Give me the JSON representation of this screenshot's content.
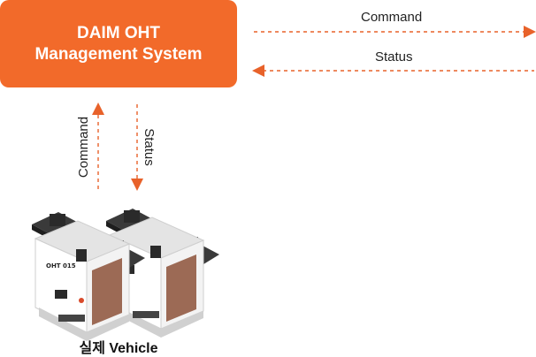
{
  "system": {
    "line1": "DAIM OHT",
    "line2": "Management System"
  },
  "flows": {
    "horizontal_command": "Command",
    "horizontal_status": "Status",
    "vertical_command": "Command",
    "vertical_status": "Status"
  },
  "vehicles": {
    "plate_label": "OHT 015",
    "caption": "실제 Vehicle"
  },
  "colors": {
    "accent": "#f26a2a",
    "arrow": "#e8622a",
    "vehicle_body": "#ffffff",
    "vehicle_panel": "#9c6a55",
    "vehicle_dark": "#2a2a2a"
  },
  "icons": {
    "vehicle": "oht-vehicle-icon",
    "arrow_right": "arrow-right-icon",
    "arrow_left": "arrow-left-icon",
    "arrow_up": "arrow-up-icon",
    "arrow_down": "arrow-down-icon"
  }
}
